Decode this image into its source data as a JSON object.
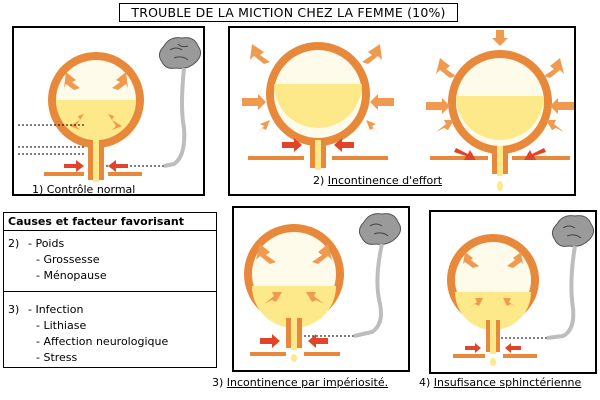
{
  "title": "TROUBLE DE LA MICTION CHEZ LA FEMME (10%)",
  "panels": {
    "p1": {
      "caption": "1) Contrôle normal"
    },
    "p2": {
      "caption_num": "2)",
      "caption_text": "Incontinence d'effort"
    },
    "p3": {
      "caption_num": "3)",
      "caption_text": "Incontinence par impériosité."
    },
    "p4": {
      "caption_num": "4)",
      "caption_text": "Insufisance sphinctérienne"
    }
  },
  "causes": {
    "header": "Causes et facteur favorisant",
    "group1": {
      "num": "2)",
      "items": [
        "- Poids",
        "- Grossesse",
        "- Ménopause"
      ]
    },
    "group2": {
      "num": "3)",
      "items": [
        "- Infection",
        "- Lithiase",
        "- Affection neurologique",
        "- Stress"
      ]
    }
  },
  "colors": {
    "bladder": "#e8883a",
    "bladder_inner": "#fff6d8",
    "urine": "#fde98a",
    "arrow": "#f09a50",
    "arrow_red": "#e0452a",
    "nerve": "#b8b8b8"
  }
}
